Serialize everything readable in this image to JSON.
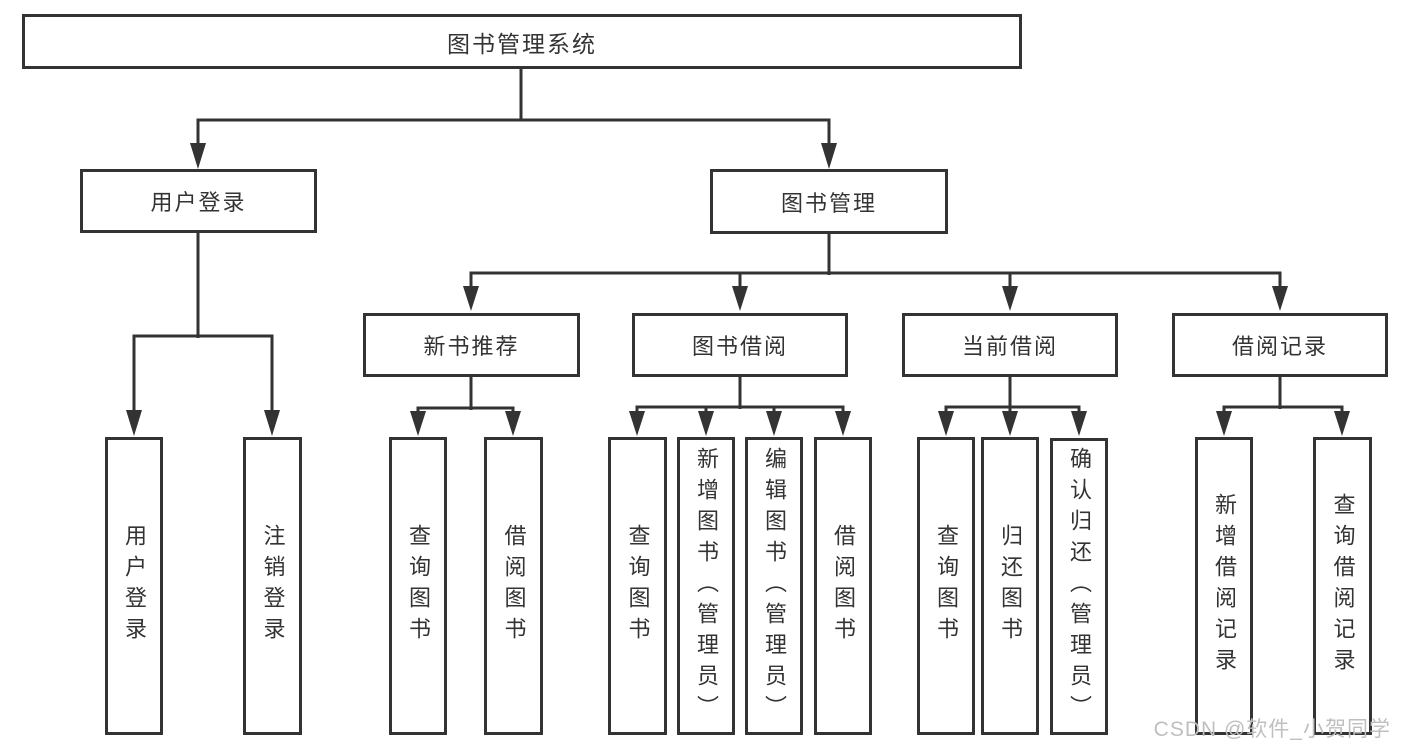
{
  "diagram": {
    "type": "tree",
    "root": {
      "label": "图书管理系统"
    },
    "level2": [
      {
        "id": "user-login",
        "label": "用户登录"
      },
      {
        "id": "book-management",
        "label": "图书管理"
      }
    ],
    "level3": [
      {
        "id": "new-book-recommend",
        "label": "新书推荐",
        "parent": "图书管理"
      },
      {
        "id": "book-borrow",
        "label": "图书借阅",
        "parent": "图书管理"
      },
      {
        "id": "current-borrow",
        "label": "当前借阅",
        "parent": "图书管理"
      },
      {
        "id": "borrow-records",
        "label": "借阅记录",
        "parent": "图书管理"
      }
    ],
    "leaves": {
      "user_login": [
        {
          "label": "用户登录"
        },
        {
          "label": "注销登录"
        }
      ],
      "new_book": [
        {
          "label": "查询图书"
        },
        {
          "label": "借阅图书"
        }
      ],
      "book_borrow": [
        {
          "label": "查询图书"
        },
        {
          "label": "新增图书（管理员）"
        },
        {
          "label": "编辑图书（管理员）"
        },
        {
          "label": "借阅图书"
        }
      ],
      "current_borrow": [
        {
          "label": "查询图书"
        },
        {
          "label": "归还图书"
        },
        {
          "label": "确认归还（管理员）"
        }
      ],
      "borrow_records": [
        {
          "label": "新增借阅记录"
        },
        {
          "label": "查询借阅记录"
        }
      ]
    }
  },
  "watermark": {
    "text": "CSDN @软件_小贺同学",
    "color": "#bfbfbf"
  },
  "colors": {
    "line": "#333333",
    "box_border": "#333333",
    "box_background": "#ffffff",
    "text": "#333333",
    "page_background": "#ffffff"
  }
}
